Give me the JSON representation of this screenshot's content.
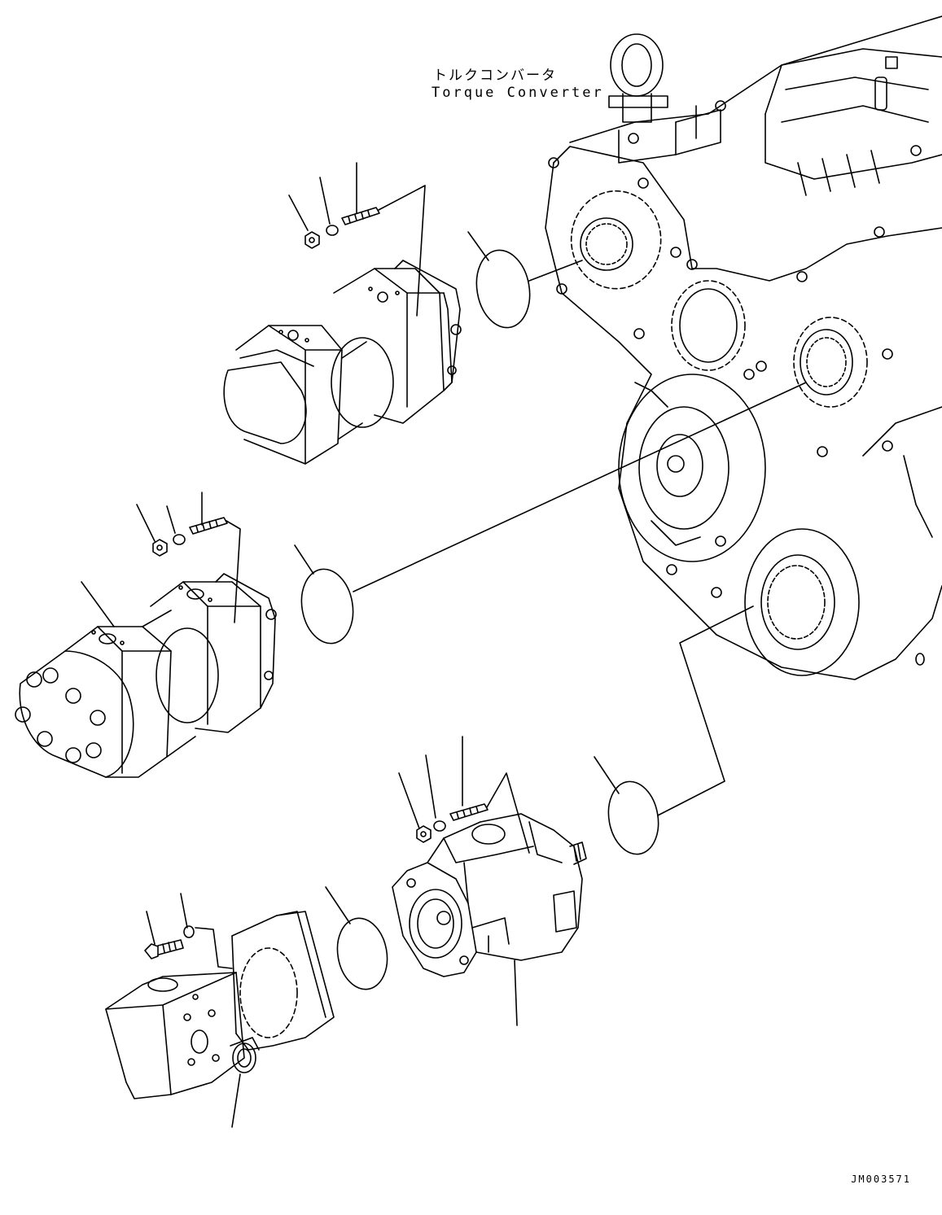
{
  "diagram": {
    "component_label_jp": "トルクコンバータ",
    "component_label_en": "Torque Converter",
    "drawing_number": "JM003571"
  }
}
